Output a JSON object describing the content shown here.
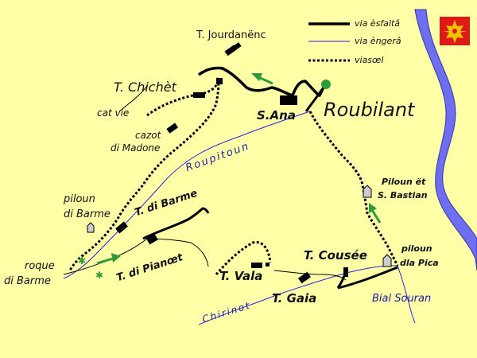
{
  "legend": {
    "paved_road": "via èsfaltâ",
    "graveled_road": "via èngerâ",
    "trail": "viasœl"
  },
  "town": "Roubilant",
  "places": {
    "jourdanenc": "T. Jourdanënc",
    "chichet": "T. Chichèt",
    "cat_vie": "cat vie",
    "cazot_line1": "cazot",
    "cazot_line2": "di Madone",
    "s_ana": "S.Ana",
    "piloun_barme_line1": "piloun",
    "piloun_barme_line2": "di Barme",
    "t_barme": "T.  di Barme",
    "roque_line1": "roque",
    "roque_line2": "di Barme",
    "t_pianoet": "T. di Pianœt",
    "t_vala": "T. Vala",
    "t_cousee": "T. Cousée",
    "t_gaia": "T. Gaia",
    "piloun_bastian_line1": "Piloun ët",
    "piloun_bastian_line2": "S. Bastian",
    "piloun_pica_line1": "piloun",
    "piloun_pica_line2": "dla Pica"
  },
  "water": {
    "roupitoun": "Roupitoun",
    "chirinot": "Chirinot",
    "bial_souran": "Bial Souran"
  },
  "colors": {
    "background": "#ffffa8",
    "river": "#6e6ef0",
    "stream": "#2222dd",
    "road": "#000000",
    "arrow": "#2e9b3a",
    "flag": "#e01818",
    "cross": "#f2c200"
  },
  "icons": [
    "green-arrow-icon",
    "occitan-cross-icon",
    "chapel-icon",
    "star-icon",
    "start-dot-icon"
  ]
}
